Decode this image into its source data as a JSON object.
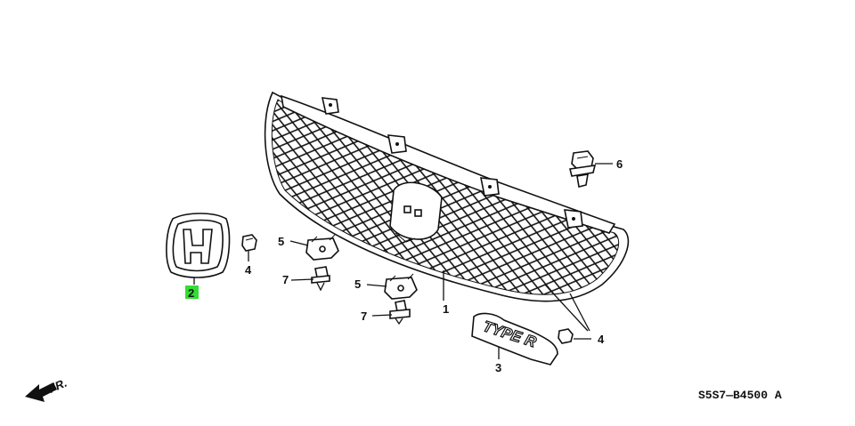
{
  "diagram": {
    "callouts": [
      {
        "id": "grille",
        "label": "1"
      },
      {
        "id": "emblem",
        "label": "2",
        "highlight": "#33dd33"
      },
      {
        "id": "type-r-emblem",
        "label": "3"
      },
      {
        "id": "nut-left",
        "label": "4"
      },
      {
        "id": "nut-right",
        "label": "4"
      },
      {
        "id": "clip-upper",
        "label": "5"
      },
      {
        "id": "clip-lower",
        "label": "5"
      },
      {
        "id": "push-clip",
        "label": "6"
      },
      {
        "id": "screw-upper",
        "label": "7"
      },
      {
        "id": "screw-lower",
        "label": "7"
      }
    ],
    "front_marker": "FR.",
    "diagram_code": "S5S7—B4500 A",
    "emblem_text": "TYPE R",
    "colors": {
      "ink": "#111111",
      "highlight": "#33dd33"
    }
  }
}
